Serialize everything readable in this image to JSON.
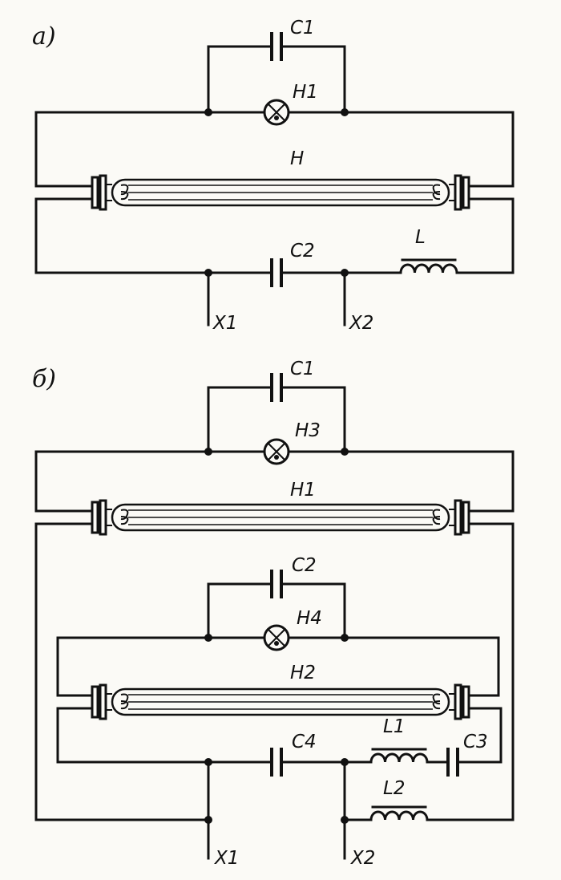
{
  "diagram_a": {
    "panel_label": "a)",
    "labels": {
      "C1": "C1",
      "H1": "H1",
      "H": "H",
      "C2": "C2",
      "L": "L",
      "X1": "X1",
      "X2": "X2"
    }
  },
  "diagram_b": {
    "panel_label": "б)",
    "labels": {
      "C1": "C1",
      "H3": "H3",
      "H1": "H1",
      "C2": "C2",
      "H4": "H4",
      "H2": "H2",
      "C4": "C4",
      "L1": "L1",
      "C3": "C3",
      "L2": "L2",
      "X1": "X1",
      "X2": "X2"
    }
  },
  "colors": {
    "ink": "#111111",
    "paper": "#fbfaf6"
  }
}
